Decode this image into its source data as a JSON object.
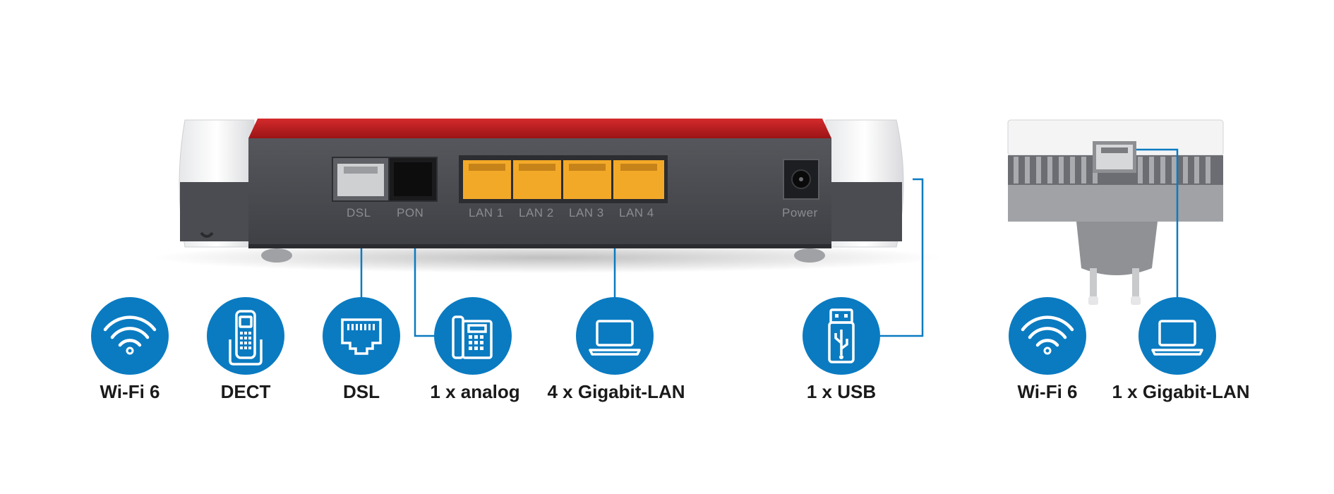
{
  "router": {
    "port_labels": {
      "dsl": "DSL",
      "pon": "PON",
      "lan1": "LAN 1",
      "lan2": "LAN 2",
      "lan3": "LAN 3",
      "lan4": "LAN 4",
      "power": "Power"
    }
  },
  "features": [
    {
      "icon": "wifi-icon",
      "label": "Wi-Fi 6"
    },
    {
      "icon": "dect-phone-icon",
      "label": "DECT"
    },
    {
      "icon": "dsl-port-icon",
      "label": "DSL"
    },
    {
      "icon": "analog-phone-icon",
      "label": "1 x analog"
    },
    {
      "icon": "laptop-icon",
      "label": "4 x Gigabit-LAN"
    },
    {
      "icon": "usb-icon",
      "label": "1 x USB"
    },
    {
      "icon": "wifi-icon",
      "label": "Wi-Fi 6"
    },
    {
      "icon": "laptop-icon",
      "label": "1 x Gigabit-LAN"
    }
  ],
  "colors": {
    "accent_blue": "#0a7bc1",
    "router_red": "#b5191c",
    "router_body": "#4b4d52",
    "lan_yellow": "#f3a928"
  }
}
